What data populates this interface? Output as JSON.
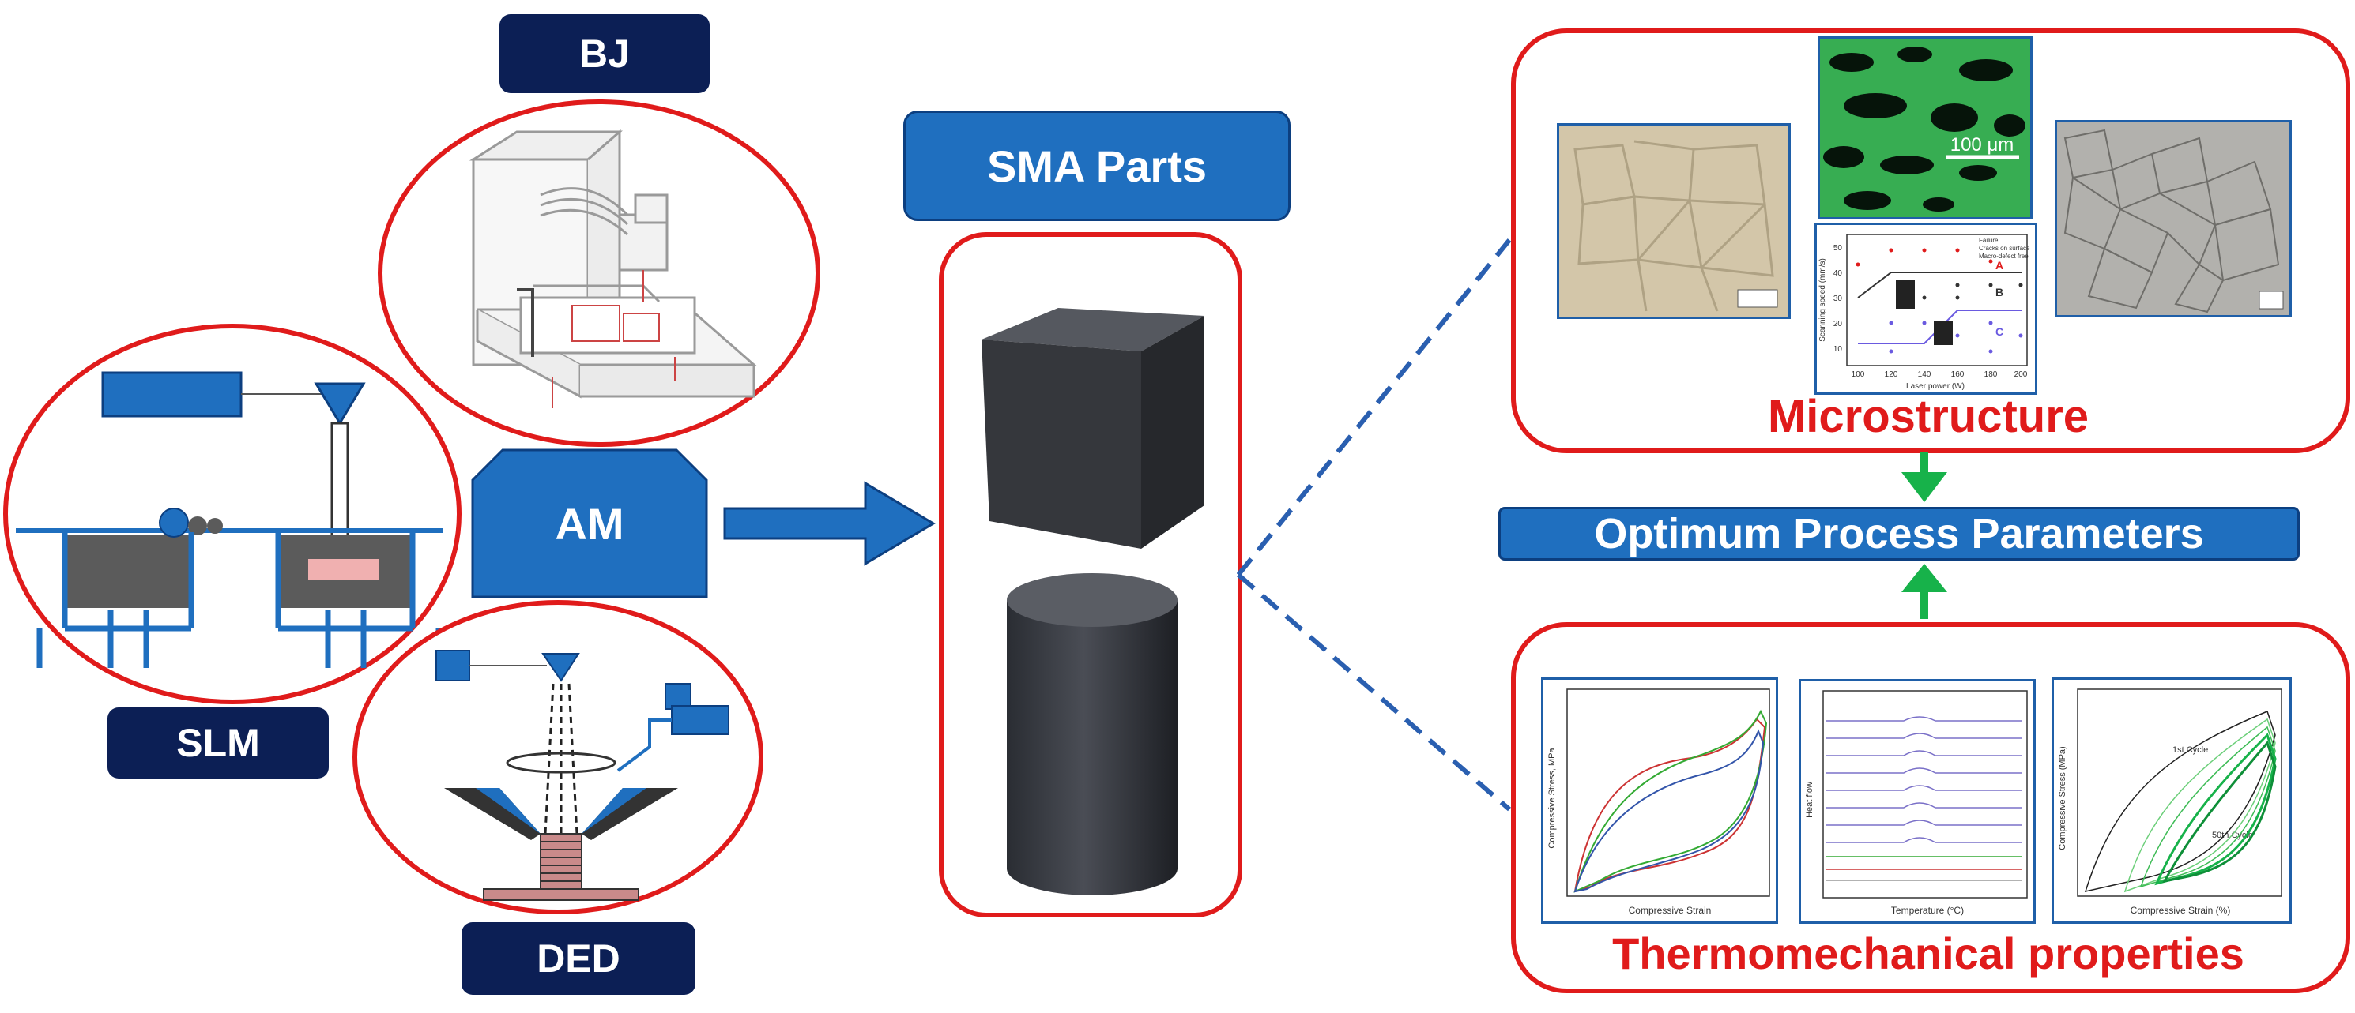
{
  "labels": {
    "bj": "BJ",
    "slm": "SLM",
    "ded": "DED",
    "am": "AM",
    "sma_parts": "SMA Parts",
    "optimum": "Optimum Process Parameters",
    "microstructure": "Microstructure",
    "thermomechanical": "Thermomechanical properties"
  },
  "micro_panels": {
    "scale_bar": "100 μm",
    "mini_chart": {
      "ylabel": "Scanning speed (mm/s)",
      "xlabel": "Laser power (W)",
      "x_ticks": [
        "100",
        "120",
        "140",
        "160",
        "180",
        "200"
      ],
      "y_ticks": [
        "10",
        "20",
        "30",
        "40",
        "50"
      ],
      "legend": [
        "Failure",
        "Cracks on surface",
        "Macro-defect free"
      ],
      "regions": [
        "A",
        "B",
        "C"
      ]
    }
  },
  "thermo_panels": {
    "left": {
      "xlabel": "Compressive Strain",
      "ylabel": "Compressive Stress, MPa"
    },
    "middle": {
      "xlabel": "Temperature (°C)",
      "ylabel": "Heat flow"
    },
    "right": {
      "xlabel": "Compressive Strain (%)",
      "ylabel": "Compressive Stress (MPa)",
      "annotations": [
        "1st Cycle",
        "50th Cycle"
      ]
    }
  },
  "colors": {
    "navy": "#0c1f55",
    "blue": "#1f6fbf",
    "red": "#e01b1b",
    "green": "#17b24a",
    "dash": "#2a5fb0"
  }
}
